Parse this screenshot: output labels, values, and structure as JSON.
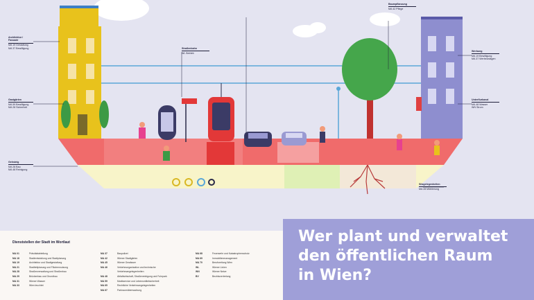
{
  "headline": "Wer plant und verwaltet\nden öffentlichen Raum\nin Wien?",
  "legend": {
    "title": "Dienststellen der Stadt im Wortlaut",
    "columns": [
      [
        {
          "code": "MA 01",
          "name": "Präsidialabteilung"
        },
        {
          "code": "MA 18",
          "name": "Stadtentwicklung und Stadtplanung"
        },
        {
          "code": "MA 19",
          "name": "Architektur und Stadtgestaltung"
        },
        {
          "code": "MA 21",
          "name": "Stadtteilplanung und Flächennutzung"
        },
        {
          "code": "MA 28",
          "name": "Straßenverwaltung und Straßenbau"
        },
        {
          "code": "MA 29",
          "name": "Brückenbau und Grundbau"
        },
        {
          "code": "MA 31",
          "name": "Wiener Wasser"
        },
        {
          "code": "MA 33",
          "name": "Wien leuchtet"
        }
      ],
      [
        {
          "code": "MA 37",
          "name": "Baupolizei"
        },
        {
          "code": "MA 42",
          "name": "Wiener Stadtgärten"
        },
        {
          "code": "MA 45",
          "name": "Wiener Gewässer"
        },
        {
          "code": "MA 46",
          "name": "Verkehrsorganisation und technische Verkehrsangelegenheiten"
        },
        {
          "code": "MA 48",
          "name": "Abfallwirtschaft, Straßenreinigung und Fuhrpark"
        },
        {
          "code": "MA 59",
          "name": "Marktservice und Lebensmittelsicherheit"
        },
        {
          "code": "MA 65",
          "name": "Rechtliche Verkehrsangelegenheiten"
        },
        {
          "code": "MA 67",
          "name": "Parkraumüberwachung"
        }
      ],
      [
        {
          "code": "MA 68",
          "name": "Feuerwehr und Katastrophenschutz"
        },
        {
          "code": "MA 69",
          "name": "Immobilienmanagement"
        },
        {
          "code": "MA 70",
          "name": "Berufsrettung Wien"
        },
        {
          "code": "WL",
          "name": "Wiener Linien"
        },
        {
          "code": "WN",
          "name": "Wiener Netze"
        },
        {
          "code": "BV",
          "name": "Bezirksvertretung"
        }
      ]
    ]
  },
  "labels": [
    {
      "title": "Architektur / Fassade",
      "items": [
        "MA 19 Gestaltung",
        "MA 37 Bewilligung"
      ]
    },
    {
      "title": "Gastgärten",
      "items": [
        "MA 59 Bewilligung",
        "MA 28 Sicherheit"
      ]
    },
    {
      "title": "Werbung",
      "items": [
        "MA 19 Bewilligung",
        "MA 37 Werbeanlagen"
      ]
    },
    {
      "title": "Unterflurkanal",
      "items": [
        "MA 48 Wasser",
        "WN Strom"
      ]
    },
    {
      "title": "Straßenbahn",
      "items": [
        "WL Betrieb"
      ]
    },
    {
      "title": "Baumpflanzung",
      "items": [
        "MA 42 Pflege"
      ]
    },
    {
      "title": "Sitzgelegenheiten",
      "items": [
        "MA 28 Möblierung"
      ]
    },
    {
      "title": "Gehsteig",
      "items": [
        "MA 28 Bau",
        "MA 48 Reinigung"
      ]
    }
  ]
}
